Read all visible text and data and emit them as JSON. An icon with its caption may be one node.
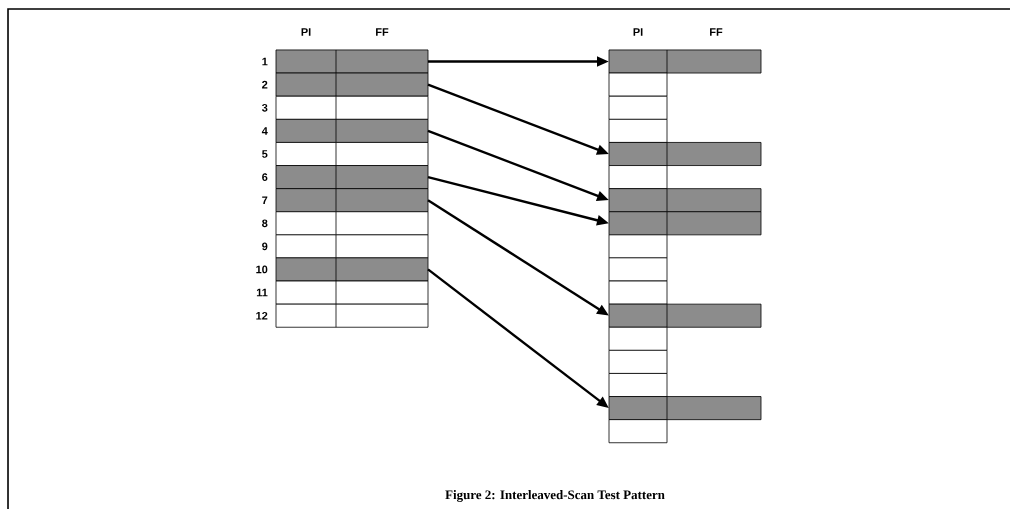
{
  "diagram": {
    "caption": "Figure 2: Interleaved-Scan Test Pattern",
    "nodes": [
      {
        "text": [],
        "shape": "bar",
        "beside": [
          "1"
        ]
      },
      {
        "text": [],
        "shape": "bar",
        "beside": [
          "2"
        ]
      },
      {
        "text": [],
        "shape": "box",
        "beside": [
          "3"
        ]
      },
      {
        "text": [],
        "shape": "bar",
        "beside": [
          "4"
        ]
      },
      {
        "text": [],
        "shape": "box",
        "beside": [
          "5"
        ]
      },
      {
        "text": [],
        "shape": "bar",
        "beside": [
          "6"
        ]
      },
      {
        "text": [],
        "shape": "bar",
        "beside": [
          "7"
        ]
      },
      {
        "text": [],
        "shape": "box",
        "beside": [
          "8"
        ]
      },
      {
        "text": [],
        "shape": "box",
        "beside": [
          "9"
        ]
      },
      {
        "text": [],
        "shape": "bar",
        "beside": [
          "10"
        ]
      },
      {
        "text": [],
        "shape": "box",
        "beside": [
          "11"
        ]
      },
      {
        "text": [],
        "shape": "box",
        "beside": [
          "12"
        ]
      },
      {
        "text": [],
        "shape": "bar"
      },
      {
        "text": [],
        "shape": "box"
      },
      {
        "text": [],
        "shape": "box"
      },
      {
        "text": [],
        "shape": "box"
      },
      {
        "text": [],
        "shape": "bar"
      },
      {
        "text": [],
        "shape": "box"
      },
      {
        "text": [],
        "shape": "bar"
      },
      {
        "text": [],
        "shape": "bar"
      },
      {
        "text": [],
        "shape": "box"
      },
      {
        "text": [],
        "shape": "box"
      },
      {
        "text": [],
        "shape": "box"
      },
      {
        "text": [],
        "shape": "bar"
      },
      {
        "text": [],
        "shape": "box"
      },
      {
        "text": [],
        "shape": "box"
      },
      {
        "text": [],
        "shape": "box"
      },
      {
        "text": [],
        "shape": "bar"
      },
      {
        "text": [],
        "shape": "box"
      }
    ],
    "edges": [
      {
        "from": 0,
        "to": 12,
        "arrow": "to"
      },
      {
        "from": 1,
        "to": 16,
        "arrow": "to"
      },
      {
        "from": 3,
        "to": 18,
        "arrow": "to"
      },
      {
        "from": 5,
        "to": 19,
        "arrow": "to"
      },
      {
        "from": 6,
        "to": 23,
        "arrow": "to"
      },
      {
        "from": 9,
        "to": 27,
        "arrow": "to"
      }
    ],
    "labels": [
      "PI",
      "FF",
      "PI",
      "FF"
    ]
  }
}
